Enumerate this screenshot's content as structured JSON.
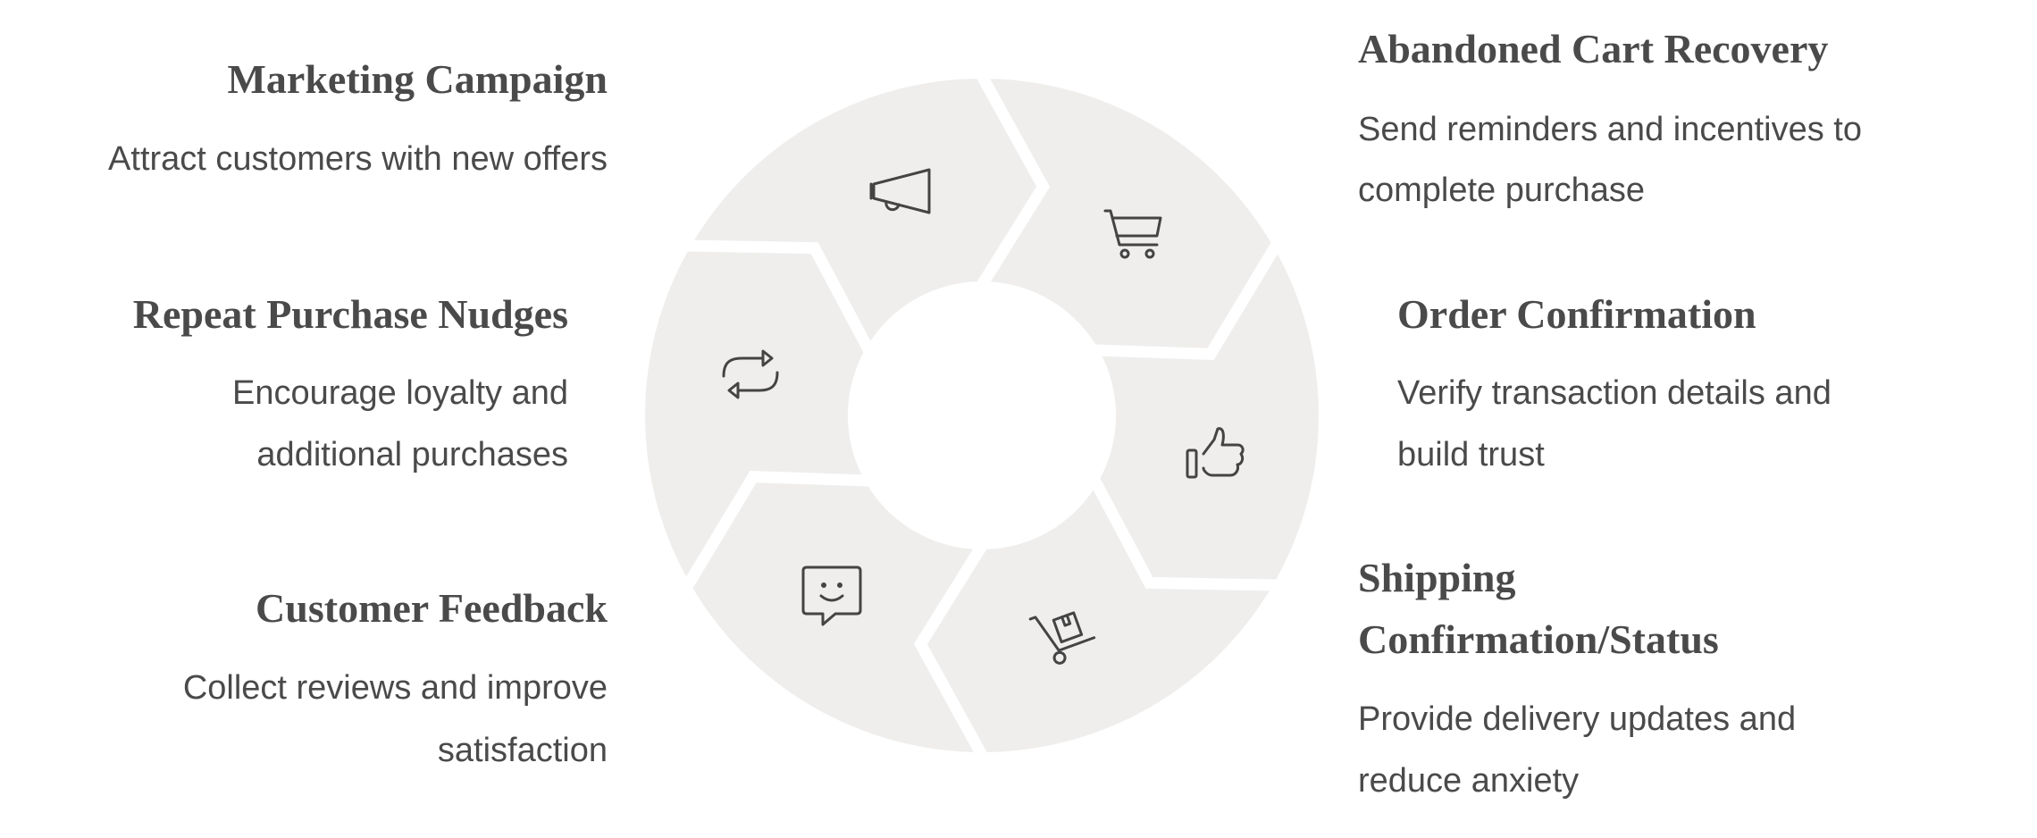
{
  "colors": {
    "segment_fill": "#efeeed",
    "text": "#4a4a4a",
    "icon": "#444444"
  },
  "steps": [
    {
      "title": "Marketing Campaign",
      "desc": [
        "Attract customers with new offers"
      ],
      "icon": "megaphone-icon"
    },
    {
      "title": "Abandoned Cart Recovery",
      "desc": [
        "Send reminders and incentives to",
        "complete purchase"
      ],
      "icon": "shopping-cart-icon"
    },
    {
      "title": "Order Confirmation",
      "desc": [
        "Verify transaction details and",
        "build trust"
      ],
      "icon": "thumbs-up-icon"
    },
    {
      "title": [
        "Shipping",
        "Confirmation/Status"
      ],
      "desc": [
        "Provide delivery updates and",
        "reduce anxiety"
      ],
      "icon": "hand-truck-icon"
    },
    {
      "title": "Customer Feedback",
      "desc": [
        "Collect reviews and improve",
        "satisfaction"
      ],
      "icon": "chat-smile-icon"
    },
    {
      "title": "Repeat Purchase Nudges",
      "desc": [
        "Encourage loyalty and",
        "additional purchases"
      ],
      "icon": "repeat-icon"
    }
  ]
}
